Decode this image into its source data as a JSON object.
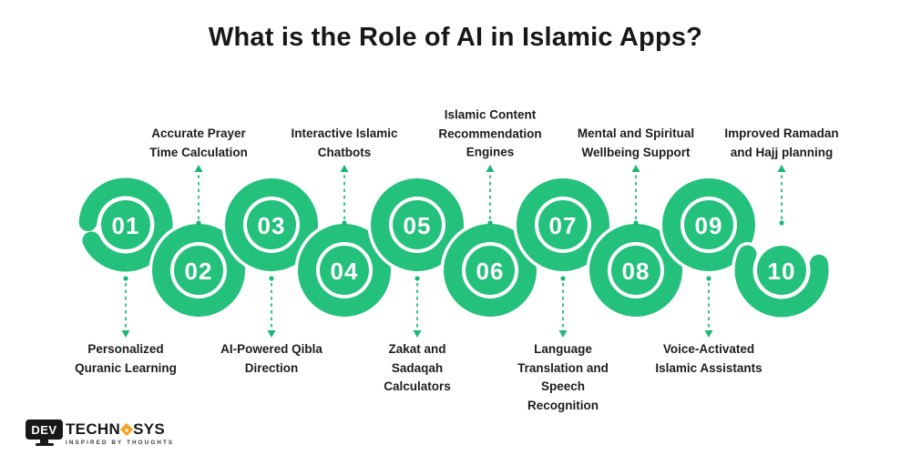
{
  "title": "What is the Role of AI in Islamic Apps?",
  "colors": {
    "ribbon_green": "#23C17B",
    "connector_green": "#1CB873",
    "number_white": "#FFFFFF",
    "text_dark": "#1D1D1D",
    "logo_orange": "#F6A21E",
    "logo_dark": "#16181A"
  },
  "timeline": {
    "items": [
      {
        "number": "01",
        "label": "Personalized\nQuranic Learning",
        "label_position": "below"
      },
      {
        "number": "02",
        "label": "Accurate Prayer\nTime Calculation",
        "label_position": "above"
      },
      {
        "number": "03",
        "label": "AI-Powered Qibla\nDirection",
        "label_position": "below"
      },
      {
        "number": "04",
        "label": "Interactive Islamic\nChatbots",
        "label_position": "above"
      },
      {
        "number": "05",
        "label": "Zakat and\nSadaqah\nCalculators",
        "label_position": "below"
      },
      {
        "number": "06",
        "label": "Islamic Content\nRecommendation\nEngines",
        "label_position": "above"
      },
      {
        "number": "07",
        "label": "Language\nTranslation and\nSpeech\nRecognition",
        "label_position": "below"
      },
      {
        "number": "08",
        "label": "Mental and Spiritual\nWellbeing Support",
        "label_position": "above"
      },
      {
        "number": "09",
        "label": "Voice-Activated\nIslamic Assistants",
        "label_position": "below"
      },
      {
        "number": "10",
        "label": "Improved Ramadan\nand Hajj planning",
        "label_position": "above"
      }
    ]
  },
  "logo": {
    "monitor_text": "DEV",
    "name_part1": "TECHN",
    "name_part2": "SYS",
    "tagline": "INSPIRED BY THOUGHTS"
  }
}
